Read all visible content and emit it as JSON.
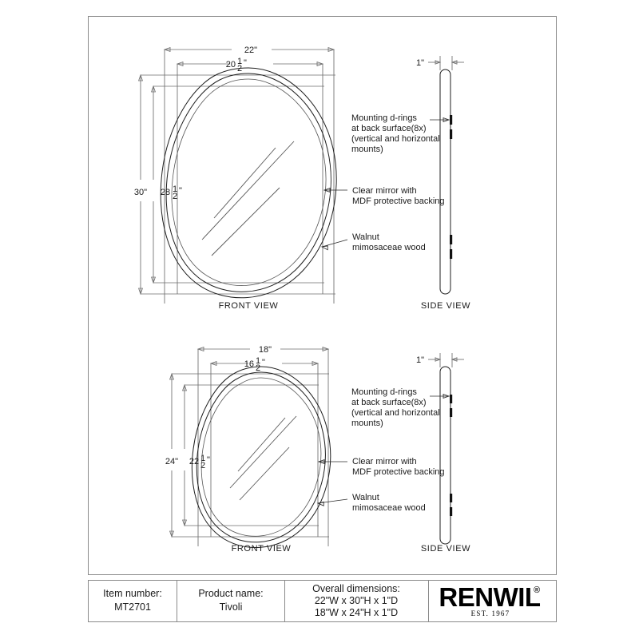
{
  "document": {
    "type": "technical-drawing",
    "sheet_bg": "#ffffff",
    "border_color": "#8a8a8a"
  },
  "views": {
    "top": {
      "front_view_label": "FRONT VIEW",
      "side_view_label": "SIDE VIEW",
      "dims": {
        "outer_width": "22\"",
        "inner_width_whole": "20",
        "inner_width_num": "1",
        "inner_width_den": "2",
        "inner_width_unit": "\"",
        "outer_height": "30\"",
        "inner_height_whole": "28",
        "inner_height_num": "1",
        "inner_height_den": "2",
        "inner_height_unit": "\"",
        "depth": "1\""
      },
      "notes": {
        "dring_l1": "Mounting d-rings",
        "dring_l2": "at back surface(8x)",
        "dring_l3": "(vertical and horizontal",
        "dring_l4": "mounts)",
        "mirror_l1": "Clear mirror with",
        "mirror_l2": " MDF protective backing",
        "wood_l1": "Walnut",
        "wood_l2": "mimosaceae wood"
      }
    },
    "bottom": {
      "front_view_label": "FRONT VIEW",
      "side_view_label": "SIDE VIEW",
      "dims": {
        "outer_width": "18\"",
        "inner_width_whole": "16",
        "inner_width_num": "1",
        "inner_width_den": "2",
        "inner_width_unit": "\"",
        "outer_height": "24\"",
        "inner_height_whole": "22",
        "inner_height_num": "1",
        "inner_height_den": "2",
        "inner_height_unit": "\"",
        "depth": "1\""
      },
      "notes": {
        "dring_l1": "Mounting d-rings",
        "dring_l2": "at back surface(8x)",
        "dring_l3": "(vertical and horizontal",
        "dring_l4": "mounts)",
        "mirror_l1": "Clear mirror with",
        "mirror_l2": " MDF protective backing",
        "wood_l1": "Walnut",
        "wood_l2": "mimosaceae wood"
      }
    }
  },
  "title_block": {
    "item_label": "Item number:",
    "item_value": "MT2701",
    "product_label": "Product name:",
    "product_value": "Tivoli",
    "dims_label": "Overall dimensions:",
    "dims_line1": "22\"W x 30\"H x 1\"D",
    "dims_line2": "18\"W x 24\"H x 1\"D",
    "brand": "RENWIL",
    "brand_reg": "®",
    "brand_est": "EST. 1967"
  }
}
